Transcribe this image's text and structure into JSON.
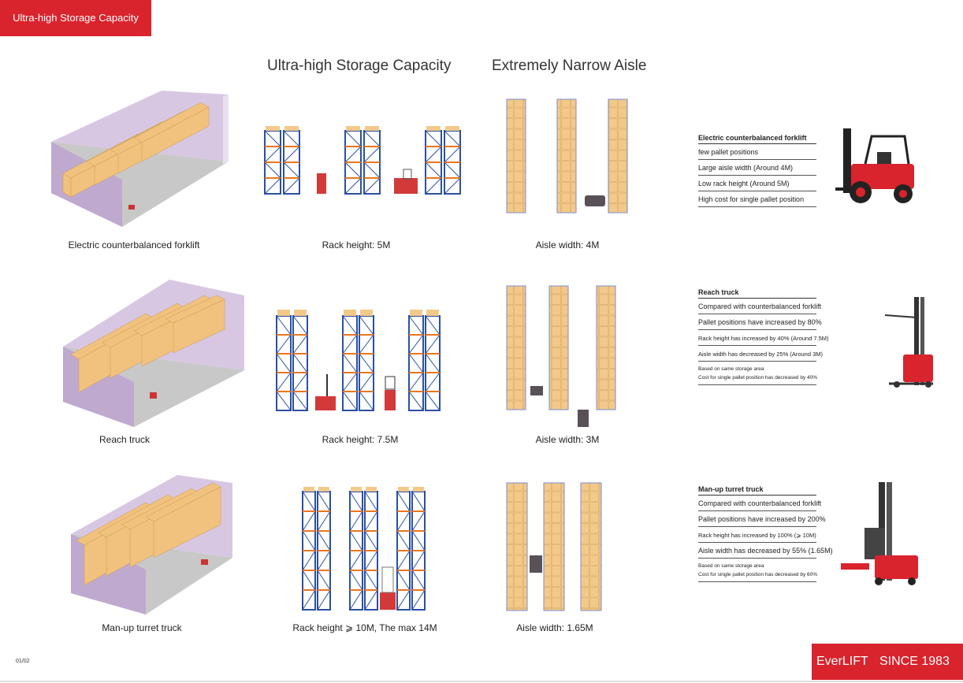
{
  "tag": "Ultra-high Storage Capacity",
  "headings": {
    "capacity": "Ultra-high Storage Capacity",
    "aisle": "Extremely Narrow Aisle"
  },
  "rows": [
    {
      "warehouse_caption": "Electric counterbalanced forklift",
      "rack_caption": "Rack height: 5M",
      "aisle_caption": "Aisle width: 4M",
      "info": {
        "title": "Electric counterbalanced forklift",
        "items": [
          "few pallet positions",
          "Large aisle width (Around 4M)",
          "Low rack height (Around 5M)",
          "High cost for single pallet position"
        ]
      }
    },
    {
      "warehouse_caption": "Reach truck",
      "rack_caption": "Rack height: 7.5M",
      "aisle_caption": "Aisle width: 3M",
      "info": {
        "title": "Reach truck",
        "items": [
          "Compared with counterbalanced forklift",
          "Pallet positions have increased by 80%",
          "Rack  height has increased by 40% (Around 7.5M)",
          "Aisle width has decreased by 25% (Around 3M)"
        ],
        "notes": [
          "Based on same storage area",
          "Cost for single pallet position has decreased by 40%"
        ]
      }
    },
    {
      "warehouse_caption": "Man-up  turret truck",
      "rack_caption": "Rack height ⩾ 10M, The max 14M",
      "aisle_caption": "Aisle width: 1.65M",
      "info": {
        "title": "Man-up turret truck",
        "items": [
          "Compared with counterbalanced forklift",
          "Pallet positions have increased by 200%",
          "Rack  height has increased by 100% (⩾ 10M)",
          "Aisle width has decreased by 55% (1.65M)"
        ],
        "notes": [
          "Based on same storage area",
          "Cost for single pallet position has decreased by 60%"
        ]
      }
    }
  ],
  "page_number": "01/02",
  "brand": {
    "name": "EverLIFT",
    "since": "SINCE 1983"
  },
  "colors": {
    "brand_red": "#d9232d",
    "rack_blue": "#2b4fa3",
    "rack_orange": "#e8761e",
    "box": "#f3c98a",
    "wall": "#c9b3d6"
  }
}
